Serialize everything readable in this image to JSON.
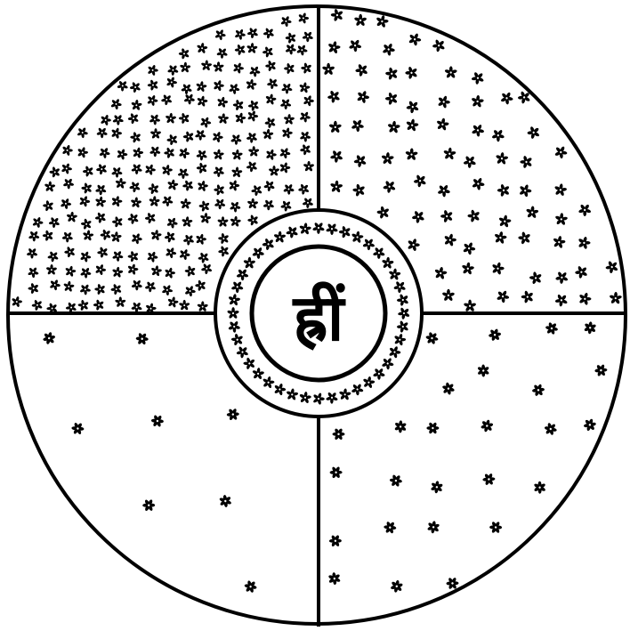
{
  "diagram": {
    "center_glyph": "ह्रीं",
    "quadrants": [
      {
        "id": "top-left",
        "density": "very-dense"
      },
      {
        "id": "top-right",
        "density": "dense"
      },
      {
        "id": "bottom-right",
        "density": "medium"
      },
      {
        "id": "bottom-left",
        "density": "sparse"
      }
    ],
    "colors": {
      "ink": "#000000",
      "paper": "#ffffff"
    }
  }
}
